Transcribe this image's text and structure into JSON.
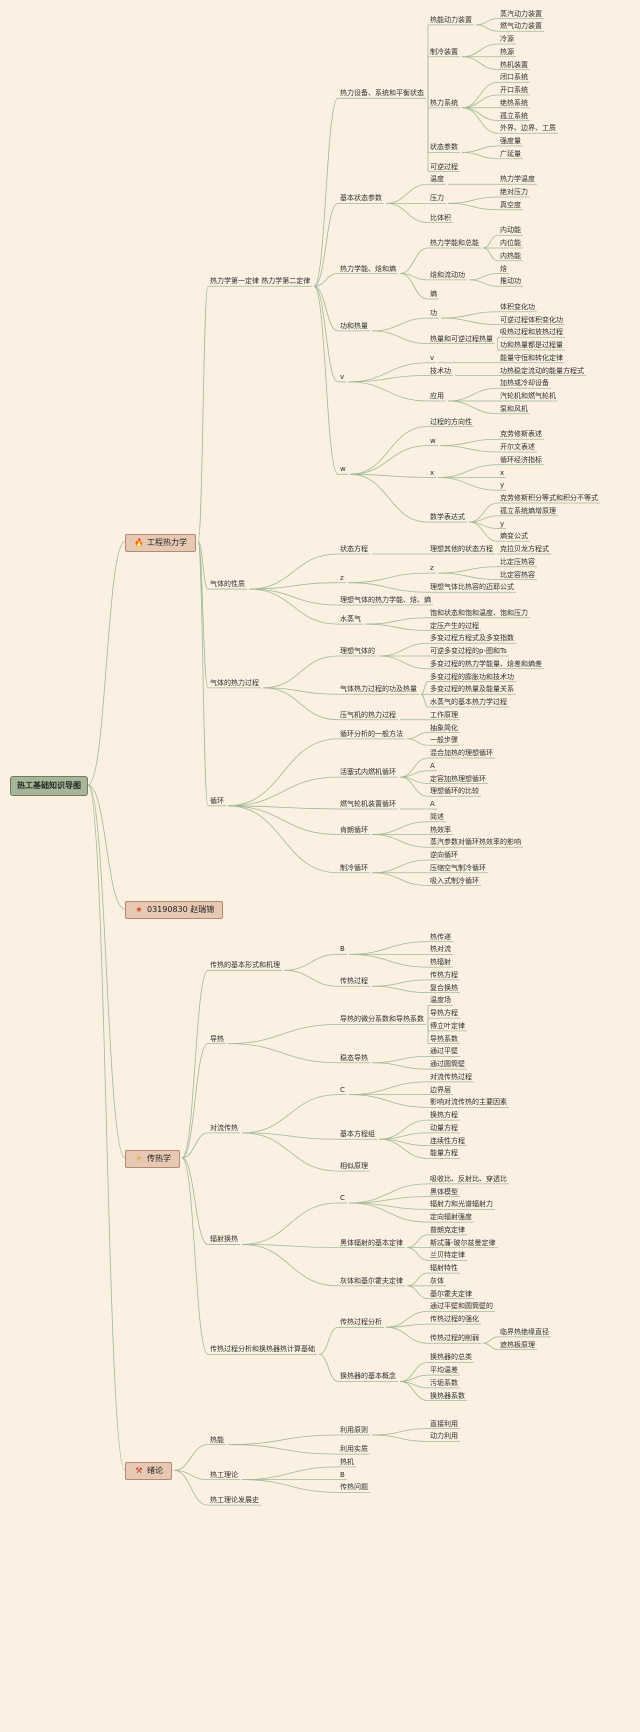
{
  "root": "热工基础知识导图",
  "colors": {
    "background": "#fbf0e2",
    "line": "#9fb997",
    "main_box": "#e7c9b3",
    "root_box": "#a9b59b"
  },
  "main": [
    {
      "label": "工程热力学",
      "icon": "fire-icon",
      "children": [
        {
          "label": "热力学第一定律 热力学第二定律",
          "children": [
            {
              "label": "热力设备、系统和平衡状态",
              "children": [
                {
                  "label": "热能动力装置",
                  "children": [
                    {
                      "label": "蒸汽动力装置"
                    },
                    {
                      "label": "燃气动力装置"
                    }
                  ]
                },
                {
                  "label": "制冷装置",
                  "children": [
                    {
                      "label": "冷源"
                    },
                    {
                      "label": "热源"
                    },
                    {
                      "label": "热机装置"
                    }
                  ]
                },
                {
                  "label": "热力系统",
                  "children": [
                    {
                      "label": "闭口系统"
                    },
                    {
                      "label": "开口系统"
                    },
                    {
                      "label": "绝热系统"
                    },
                    {
                      "label": "孤立系统"
                    },
                    {
                      "label": "外界、边界、工质"
                    }
                  ]
                },
                {
                  "label": "状态参数",
                  "children": [
                    {
                      "label": "强度量"
                    },
                    {
                      "label": "广延量"
                    }
                  ]
                },
                {
                  "label": "可逆过程"
                }
              ]
            },
            {
              "label": "基本状态参数",
              "children": [
                {
                  "label": "温度",
                  "children": [
                    {
                      "label": "热力学温度"
                    }
                  ]
                },
                {
                  "label": "压力",
                  "children": [
                    {
                      "label": "绝对压力"
                    },
                    {
                      "label": "真空度"
                    }
                  ]
                },
                {
                  "label": "比体积"
                }
              ]
            },
            {
              "label": "热力学能、焓和熵",
              "children": [
                {
                  "label": "热力学能和总能",
                  "children": [
                    {
                      "label": "内动能"
                    },
                    {
                      "label": "内位能"
                    },
                    {
                      "label": "内热能"
                    }
                  ]
                },
                {
                  "label": "焓和流动功",
                  "children": [
                    {
                      "label": "焓"
                    },
                    {
                      "label": "推动功"
                    }
                  ]
                },
                {
                  "label": "熵"
                }
              ]
            },
            {
              "label": "功和热量",
              "children": [
                {
                  "label": "功",
                  "children": [
                    {
                      "label": "体积变化功"
                    },
                    {
                      "label": "可逆过程体积变化功"
                    }
                  ]
                },
                {
                  "label": "热量和可逆过程热量",
                  "children": [
                    {
                      "label": "吸热过程和放热过程"
                    },
                    {
                      "label": "功和热量都是过程量"
                    }
                  ]
                }
              ]
            },
            {
              "label": "v",
              "children": [
                {
                  "label": "v",
                  "children": [
                    {
                      "label": "能量守恒和转化定律"
                    }
                  ]
                },
                {
                  "label": "技术功",
                  "children": [
                    {
                      "label": "功热稳定流动的能量方程式"
                    }
                  ]
                },
                {
                  "label": "应用",
                  "children": [
                    {
                      "label": "加热或冷却设备"
                    },
                    {
                      "label": "汽轮机和燃气轮机"
                    },
                    {
                      "label": "泵和风机"
                    }
                  ]
                }
              ]
            },
            {
              "label": "w",
              "children": [
                {
                  "label": "过程的方向性"
                },
                {
                  "label": "w",
                  "children": [
                    {
                      "label": "克劳修斯表述"
                    },
                    {
                      "label": "开尔文表述"
                    }
                  ]
                },
                {
                  "label": "x",
                  "children": [
                    {
                      "label": "循环经济指标"
                    },
                    {
                      "label": "x"
                    },
                    {
                      "label": "y"
                    }
                  ]
                },
                {
                  "label": "数学表达式",
                  "children": [
                    {
                      "label": "克劳修斯积分等式和积分不等式"
                    },
                    {
                      "label": "孤立系统熵增原理"
                    },
                    {
                      "label": "y"
                    },
                    {
                      "label": "熵变公式"
                    }
                  ]
                }
              ]
            }
          ]
        },
        {
          "label": "气体的性质",
          "children": [
            {
              "label": "状态方程",
              "children": [
                {
                  "label": "理想其他的状态方程",
                  "children": [
                    {
                      "label": "克拉贝龙方程式"
                    }
                  ]
                }
              ]
            },
            {
              "label": "z",
              "children": [
                {
                  "label": "z",
                  "children": [
                    {
                      "label": "比定压热容"
                    },
                    {
                      "label": "比定容热容"
                    }
                  ]
                },
                {
                  "label": "理想气体比热容的迈耶公式"
                }
              ]
            },
            {
              "label": "理想气体的热力学能、焓、熵"
            },
            {
              "label": "水蒸气",
              "children": [
                {
                  "label": "饱和状态和饱和温度、饱和压力"
                },
                {
                  "label": "定压产生的过程"
                }
              ]
            }
          ]
        },
        {
          "label": "气体的热力过程",
          "children": [
            {
              "label": "理想气体的",
              "children": [
                {
                  "label": "多变过程方程式及多变指数"
                },
                {
                  "label": "可逆多变过程的p-图和Ts"
                },
                {
                  "label": "多变过程的热力学能量、焓差和熵差"
                }
              ]
            },
            {
              "label": "气体热力过程的功及热量",
              "children": [
                {
                  "label": "多变过程的膨胀功和技术功"
                },
                {
                  "label": "多变过程的热量及能量关系"
                },
                {
                  "label": "水蒸气的基本热力学过程"
                }
              ]
            },
            {
              "label": "压气机的热力过程",
              "children": [
                {
                  "label": "工作原理"
                }
              ]
            }
          ]
        },
        {
          "label": "循环",
          "children": [
            {
              "label": "循环分析的一般方法",
              "children": [
                {
                  "label": "抽象简化"
                },
                {
                  "label": "一般步骤"
                }
              ]
            },
            {
              "label": "活塞式内燃机循环",
              "children": [
                {
                  "label": "混合加热的理想循环"
                },
                {
                  "label": "A"
                },
                {
                  "label": "定容加热理想循环"
                },
                {
                  "label": "理想循环的比较"
                }
              ]
            },
            {
              "label": "燃气轮机装置循环",
              "children": [
                {
                  "label": "A"
                }
              ]
            },
            {
              "label": "肯朗循环",
              "children": [
                {
                  "label": "简述"
                },
                {
                  "label": "热效率"
                },
                {
                  "label": "蒸汽参数对循环热效率的影响"
                }
              ]
            },
            {
              "label": "制冷循环",
              "children": [
                {
                  "label": "逆向循环"
                },
                {
                  "label": "压缩空气制冷循环"
                },
                {
                  "label": "吸入式制冷循环"
                }
              ]
            }
          ]
        }
      ]
    },
    {
      "label": "03190830 赵瑞锦",
      "icon": "star-icon",
      "children": []
    },
    {
      "label": "传热学",
      "icon": "sun-icon",
      "children": [
        {
          "label": "传热的基本形式和机理",
          "children": [
            {
              "label": "B",
              "children": [
                {
                  "label": "热传递"
                },
                {
                  "label": "热对流"
                },
                {
                  "label": "热辐射"
                }
              ]
            },
            {
              "label": "传热过程",
              "children": [
                {
                  "label": "传热方程"
                },
                {
                  "label": "复合换热"
                }
              ]
            }
          ]
        },
        {
          "label": "导热",
          "children": [
            {
              "label": "导热的微分系数和导热系数",
              "children": [
                {
                  "label": "温度场"
                },
                {
                  "label": "导热方程"
                },
                {
                  "label": "傅立叶定律"
                },
                {
                  "label": "导热系数"
                }
              ]
            },
            {
              "label": "稳态导热",
              "children": [
                {
                  "label": "通过平壁"
                },
                {
                  "label": "通过圆筒壁"
                }
              ]
            }
          ]
        },
        {
          "label": "对流传热",
          "children": [
            {
              "label": "C",
              "children": [
                {
                  "label": "对流传热过程"
                },
                {
                  "label": "边界层"
                },
                {
                  "label": "影响对流传热的主要因素"
                }
              ]
            },
            {
              "label": "基本方程组",
              "children": [
                {
                  "label": "换热方程"
                },
                {
                  "label": "动量方程"
                },
                {
                  "label": "连续性方程"
                },
                {
                  "label": "能量方程"
                }
              ]
            },
            {
              "label": "相似原理"
            }
          ]
        },
        {
          "label": "辐射换热",
          "children": [
            {
              "label": "C",
              "children": [
                {
                  "label": "吸收比、反射比、穿透比"
                },
                {
                  "label": "黑体模型"
                },
                {
                  "label": "辐射力和光谱辐射力"
                },
                {
                  "label": "定向辐射强度"
                }
              ]
            },
            {
              "label": "黑体辐射的基本定律",
              "children": [
                {
                  "label": "普朗克定律"
                },
                {
                  "label": "斯忒藩-玻尔兹曼定律"
                },
                {
                  "label": "兰贝特定律"
                }
              ]
            },
            {
              "label": "灰体和基尔霍夫定律",
              "children": [
                {
                  "label": "辐射特性"
                },
                {
                  "label": "灰体"
                },
                {
                  "label": "基尔霍夫定律"
                }
              ]
            }
          ]
        },
        {
          "label": "传热过程分析和换热器热计算基础",
          "children": [
            {
              "label": "传热过程分析",
              "children": [
                {
                  "label": "通过平壁和圆筒壁的"
                },
                {
                  "label": "传热过程的强化"
                },
                {
                  "label": "传热过程的削弱",
                  "children": [
                    {
                      "label": "临界热绝缘直径"
                    },
                    {
                      "label": "遮热板原理"
                    }
                  ]
                }
              ]
            },
            {
              "label": "换热器的基本概念",
              "children": [
                {
                  "label": "换热器的总类"
                },
                {
                  "label": "平均温差"
                },
                {
                  "label": "污垢系数"
                },
                {
                  "label": "换热器系数"
                }
              ]
            }
          ]
        }
      ]
    },
    {
      "label": "绪论",
      "icon": "hammer-icon",
      "children": [
        {
          "label": "热能",
          "children": [
            {
              "label": "利用原则",
              "children": [
                {
                  "label": "直接利用"
                },
                {
                  "label": "动力利用"
                }
              ]
            },
            {
              "label": "利用实质"
            }
          ]
        },
        {
          "label": "热工理论",
          "children": [
            {
              "label": "热机"
            },
            {
              "label": "B"
            },
            {
              "label": "传热问题"
            }
          ]
        },
        {
          "label": "热工理论发展史"
        }
      ]
    }
  ]
}
